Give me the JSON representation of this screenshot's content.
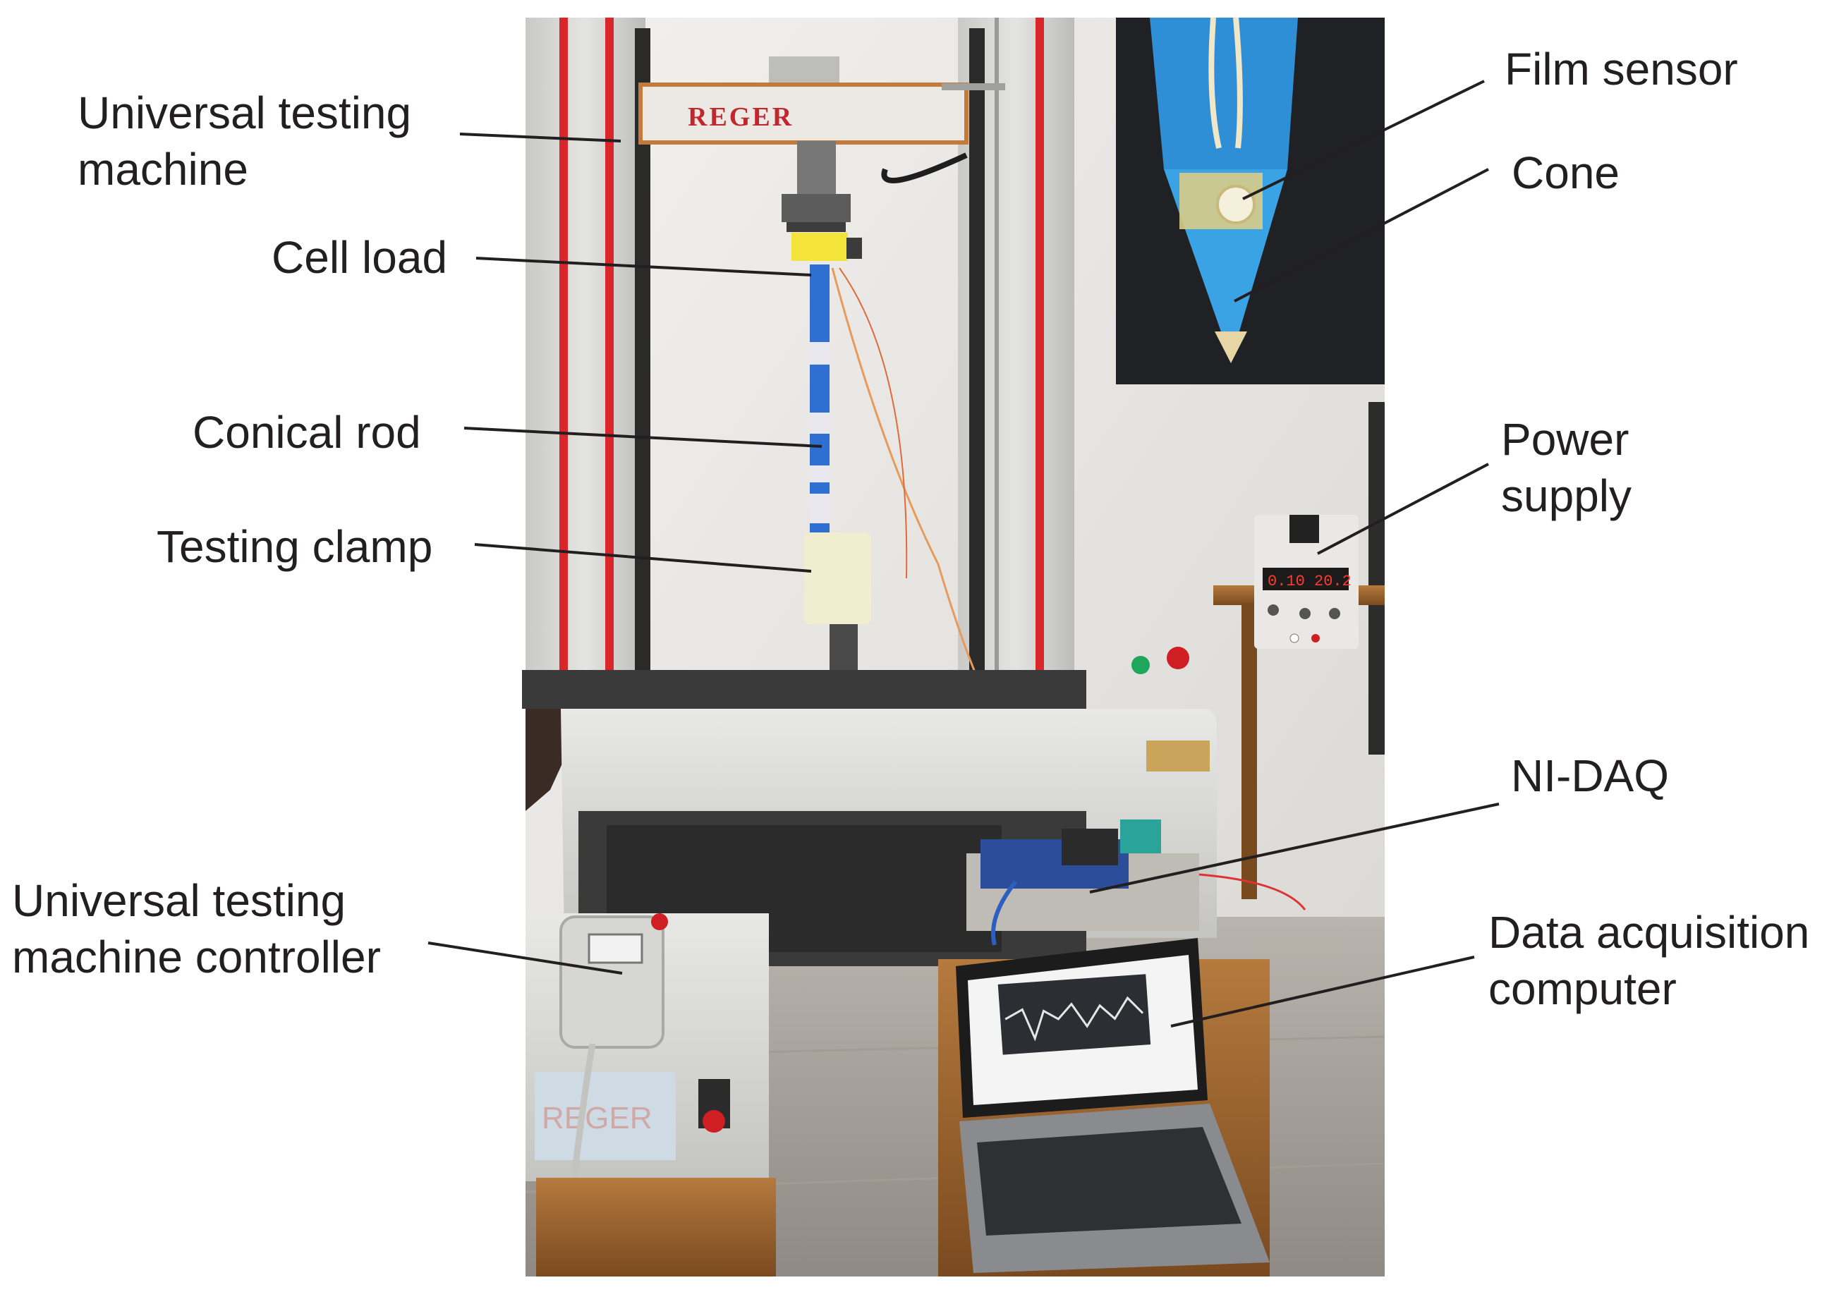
{
  "labels": {
    "universal_testing_machine": "Universal testing\nmachine",
    "cell_load": "Cell load",
    "conical_rod": "Conical rod",
    "testing_clamp": "Testing clamp",
    "controller": "Universal testing\nmachine controller",
    "film_sensor": "Film sensor",
    "cone": "Cone",
    "power_supply": "Power\nsupply",
    "ni_daq": "NI-DAQ",
    "computer": "Data acquisition\ncomputer"
  },
  "machine_brand": "REGER",
  "colors": {
    "text": "#231f20",
    "leader_line": "#231f20",
    "machine_frame": "#d9d9d6",
    "red_stripe": "#d8262b",
    "rod_blue": "#2f6fd1",
    "cone_blue": "#39a3e6",
    "wall": "#e9e7e4"
  }
}
